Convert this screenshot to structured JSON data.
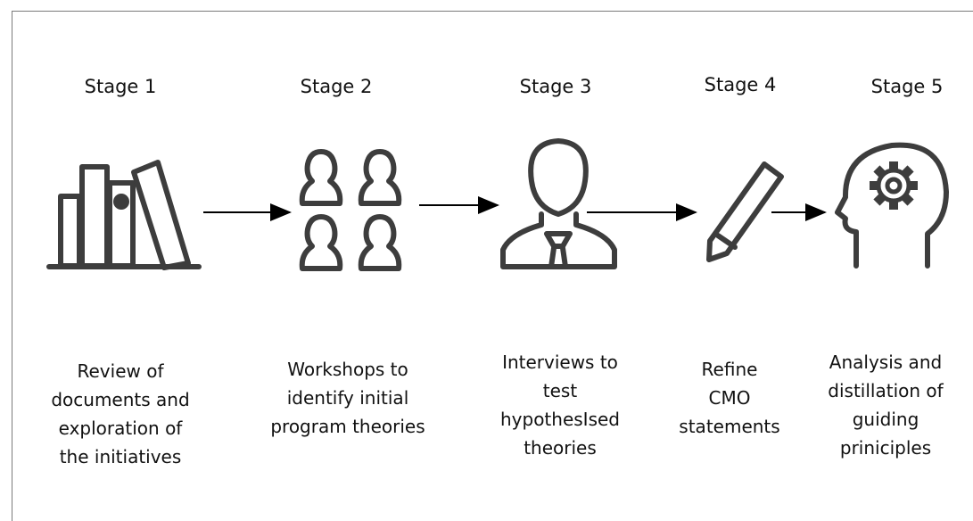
{
  "stages": [
    {
      "title": "Stage 1",
      "description": [
        "Review of",
        "documents and",
        "exploration of",
        "the initiatives"
      ]
    },
    {
      "title": "Stage 2",
      "description": [
        "Workshops to",
        "identify initial",
        "program theories"
      ]
    },
    {
      "title": "Stage 3",
      "description": [
        "Interviews to",
        "test",
        "hypothesIsed",
        "theories"
      ]
    },
    {
      "title": "Stage 4",
      "description": [
        "Refine",
        "CMO",
        "statements"
      ]
    },
    {
      "title": "Stage 5",
      "description": [
        "Analysis and",
        "distillation of",
        "guiding",
        "priniciples"
      ]
    }
  ],
  "icons": [
    "books-icon",
    "group-icon",
    "person-icon",
    "pencil-icon",
    "head-gear-icon"
  ]
}
